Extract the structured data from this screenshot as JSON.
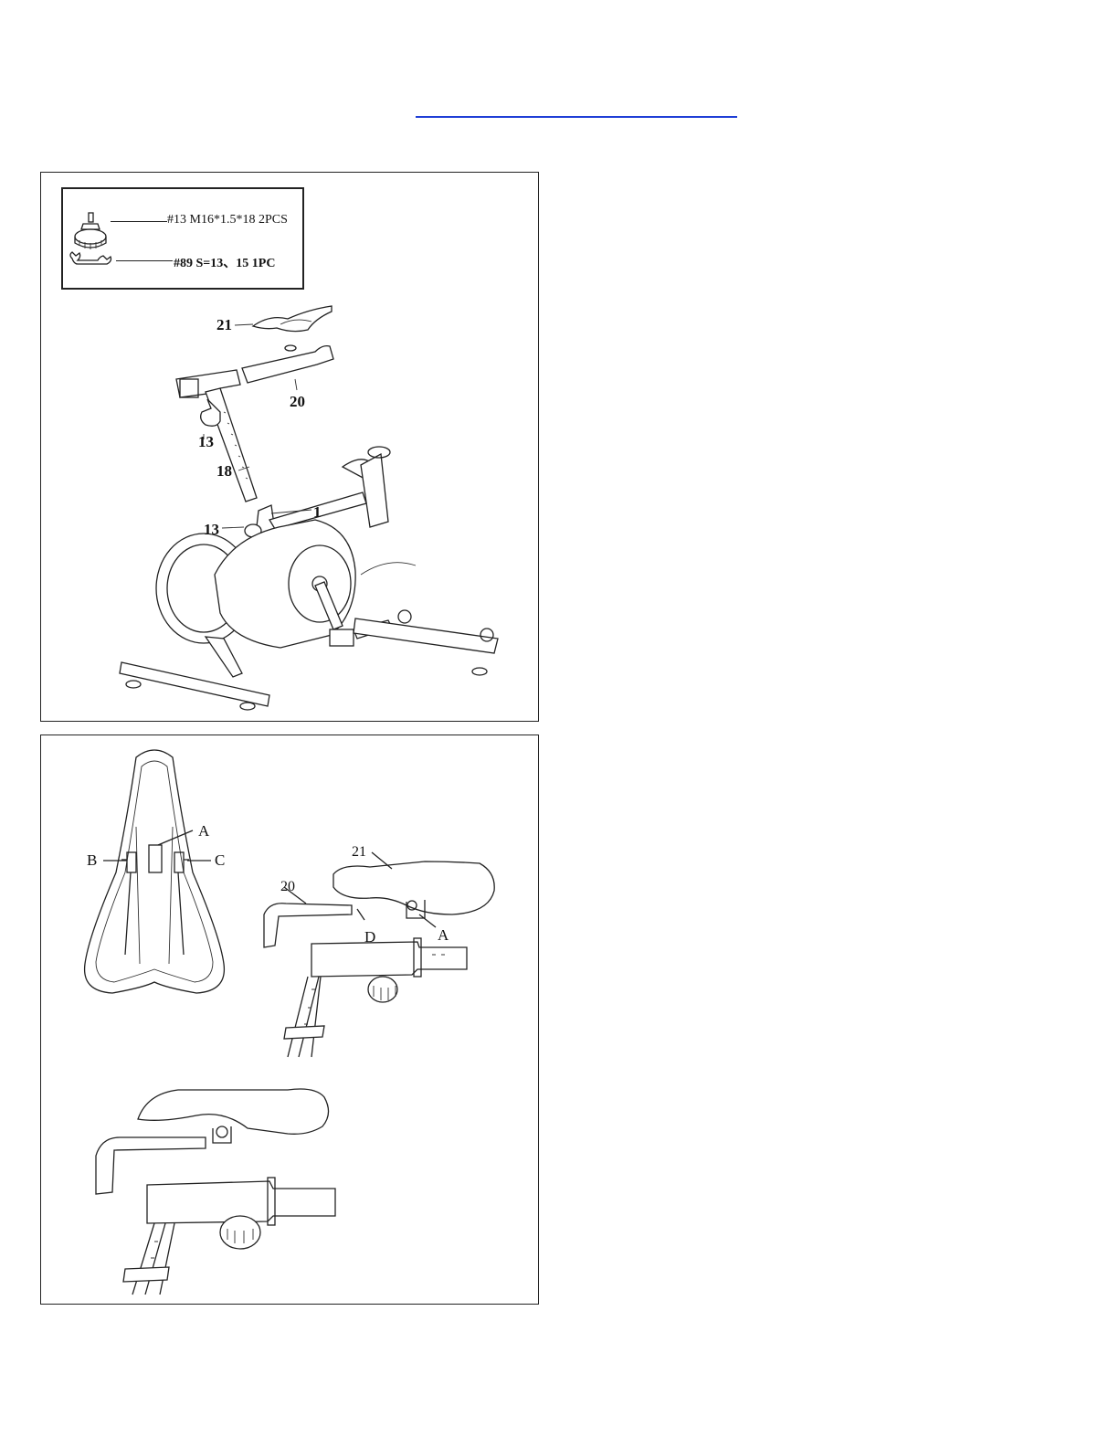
{
  "parts": [
    {
      "icon": "knob-icon",
      "label": "#13 M16*1.5*18 2PCS"
    },
    {
      "icon": "wrench-icon",
      "label": "#89  S=13、15   1PC"
    }
  ],
  "assembly_callouts": {
    "seat": "21",
    "slider": "20",
    "knob_upper": "13",
    "seat_post": "18",
    "frame": "1",
    "knob_lower": "13"
  },
  "detail_labels": {
    "a_top": "A",
    "b": "B",
    "c": "C",
    "seat": "21",
    "slider": "20",
    "d": "D",
    "a_side": "A"
  }
}
